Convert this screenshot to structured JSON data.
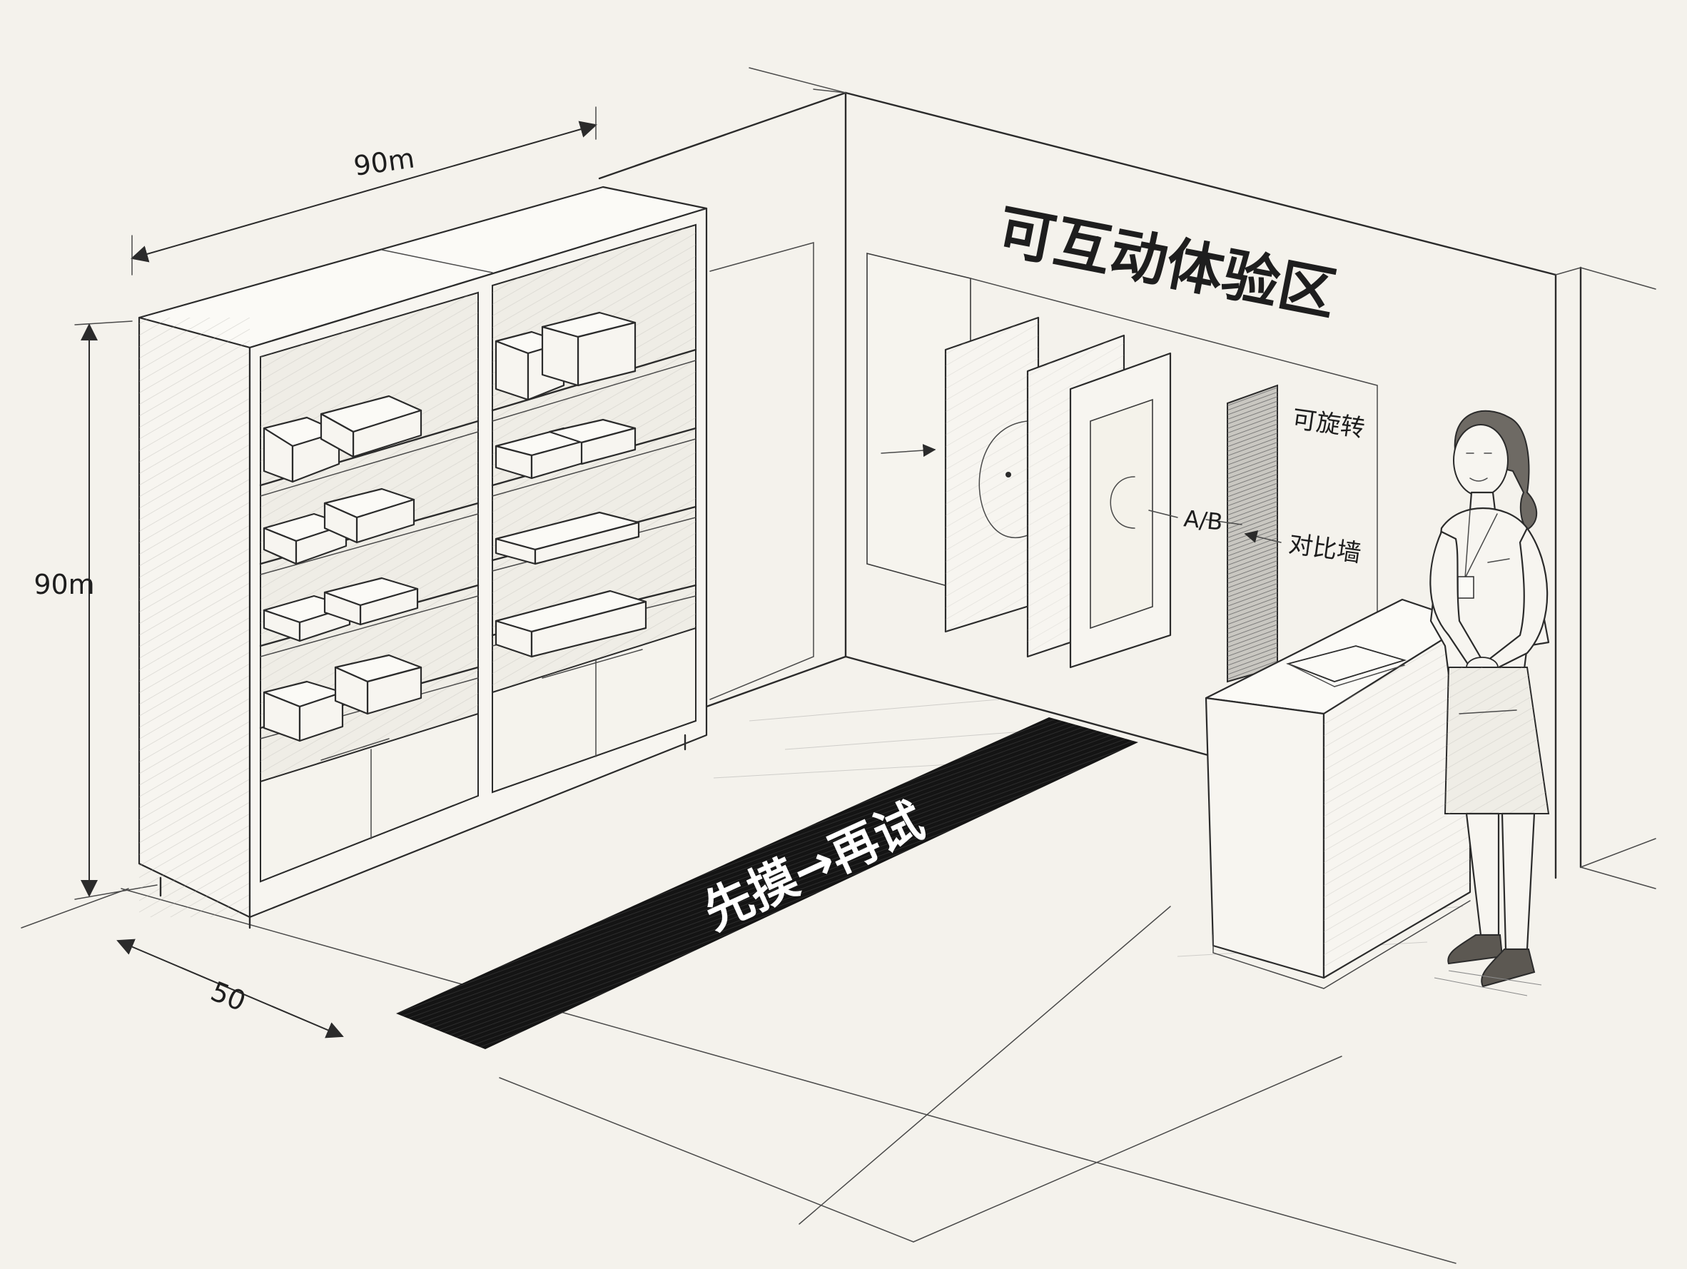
{
  "dimensions": {
    "top_width": "90m",
    "left_height": "90m",
    "bottom_depth": "50"
  },
  "zone": {
    "title": "可互动体验区"
  },
  "panel_labels": {
    "rotatable": "可旋转",
    "ab": "A/B",
    "comparison_wall": "对比墙"
  },
  "floor_strip": {
    "text": "先摸→再试"
  }
}
